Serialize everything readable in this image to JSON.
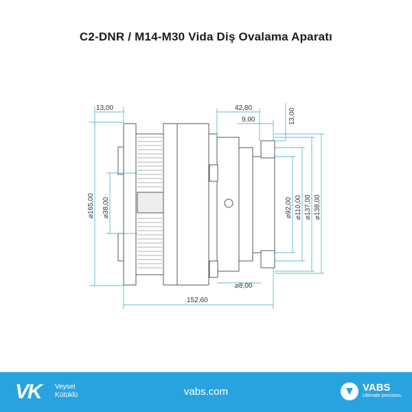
{
  "title": "C2-DNR / M14-M30 Vida Diş Ovalama Aparatı",
  "dimensions": {
    "top_left": "13,00",
    "top_mid": "42,80",
    "top_mid2": "9,00",
    "top_right_vert": "13,00",
    "left_outer_dia": "⌀165,00",
    "left_inner_dia": "⌀38,00",
    "right_dia_1": "⌀92,00",
    "right_dia_2": "⌀110,00",
    "right_dia_3": "⌀137,00",
    "right_dia_4": "⌀138,00",
    "pin_dia": "⌀8,00",
    "total_length": "152,60"
  },
  "footer": {
    "brand_short": "VK",
    "brand_line1": "Veysel",
    "brand_line2": "Kütüklü",
    "website": "vabs.com",
    "vabs_name": "VABS",
    "vabs_tagline": "Ultimate precision."
  },
  "colors": {
    "dimension_line": "#2aa0c8",
    "dimension_text": "#c0392b",
    "footer_bg": "#29a3e0",
    "outline": "#555555"
  }
}
